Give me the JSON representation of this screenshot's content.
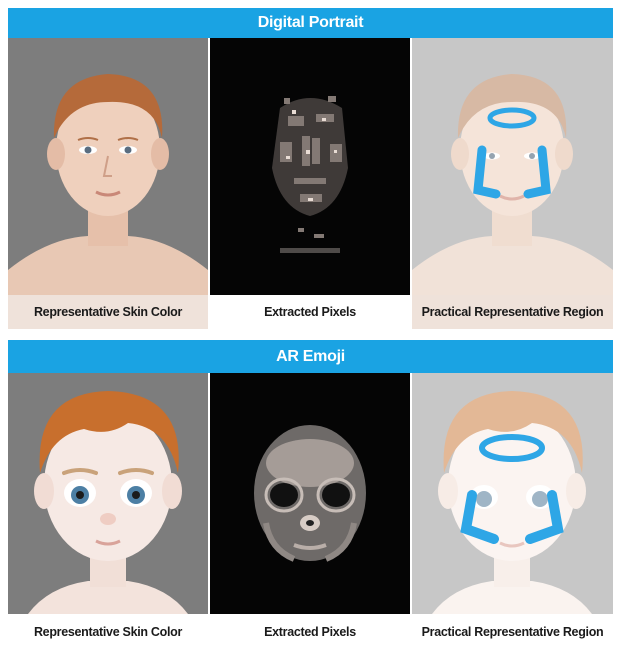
{
  "sections": {
    "portrait": {
      "title": "Digital Portrait",
      "captions": [
        "Representative Skin Color",
        "Extracted Pixels",
        "Practical Representative Region"
      ]
    },
    "emoji": {
      "title": "AR Emoji",
      "captions": [
        "Representative Skin Color",
        "Extracted Pixels",
        "Practical Representative Region"
      ]
    }
  },
  "colors": {
    "band": "#1aa3e3",
    "caption_tint": "#efe2da",
    "region_marker": "#2ea6e6",
    "portrait_bg": "#7d7d7d",
    "extracted_bg": "#050505"
  },
  "icons": [
    "portrait-photo",
    "extracted-pixel-map",
    "region-overlay",
    "emoji-avatar"
  ]
}
